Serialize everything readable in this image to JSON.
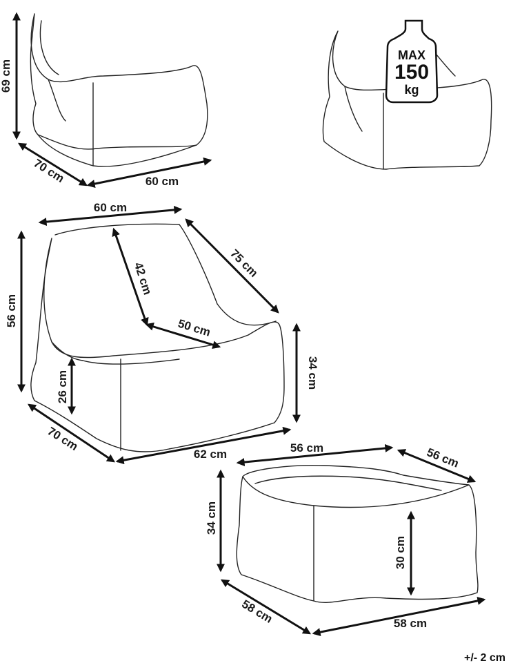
{
  "weight_badge": {
    "line1": "MAX",
    "line2": "150",
    "line3": "kg"
  },
  "dims": {
    "top_height": "69 cm",
    "top_depth": "70 cm",
    "top_width": "60 cm",
    "mid_width": "60 cm",
    "mid_diag": "75 cm",
    "mid_back": "42 cm",
    "mid_seat_depth": "50 cm",
    "mid_height": "56 cm",
    "mid_arm_height": "34 cm",
    "mid_seat_height": "26 cm",
    "mid_depth": "70 cm",
    "mid_bottom_width": "62 cm",
    "ott_top_width": "56 cm",
    "ott_top_depth": "56 cm",
    "ott_height": "34 cm",
    "ott_inner_height": "30 cm",
    "ott_depth": "58 cm",
    "ott_width": "58 cm"
  },
  "tolerance": "+/- 2 cm"
}
